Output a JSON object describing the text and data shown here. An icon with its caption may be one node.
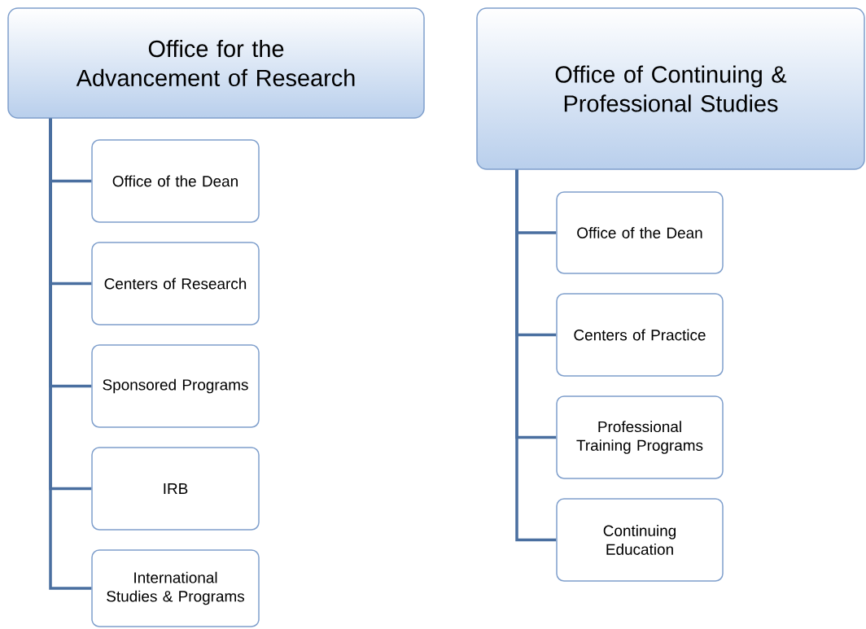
{
  "diagram": {
    "nodes": [
      {
        "text": [
          "Office for the Advancement of Research"
        ]
      },
      {
        "text": [
          "Office of the Dean"
        ]
      },
      {
        "text": [
          "Centers of Research"
        ]
      },
      {
        "text": [
          "Sponsored Programs"
        ]
      },
      {
        "text": [
          "IRB"
        ]
      },
      {
        "text": [
          "International Studies & Programs"
        ]
      },
      {
        "text": [
          "Office of Continuing & Professional Studies"
        ]
      },
      {
        "text": [
          "Office of the Dean"
        ]
      },
      {
        "text": [
          "Centers of Practice"
        ]
      },
      {
        "text": [
          "Professional Training Programs"
        ]
      },
      {
        "text": [
          "Continuing Education"
        ]
      }
    ],
    "edges": [
      {
        "from": 0,
        "to": 1,
        "arrow": "none"
      },
      {
        "from": 0,
        "to": 2,
        "arrow": "none"
      },
      {
        "from": 0,
        "to": 3,
        "arrow": "none"
      },
      {
        "from": 0,
        "to": 4,
        "arrow": "none"
      },
      {
        "from": 0,
        "to": 5,
        "arrow": "none"
      },
      {
        "from": 6,
        "to": 7,
        "arrow": "none"
      },
      {
        "from": 6,
        "to": 8,
        "arrow": "none"
      },
      {
        "from": 6,
        "to": 9,
        "arrow": "none"
      },
      {
        "from": 6,
        "to": 10,
        "arrow": "none"
      }
    ]
  }
}
